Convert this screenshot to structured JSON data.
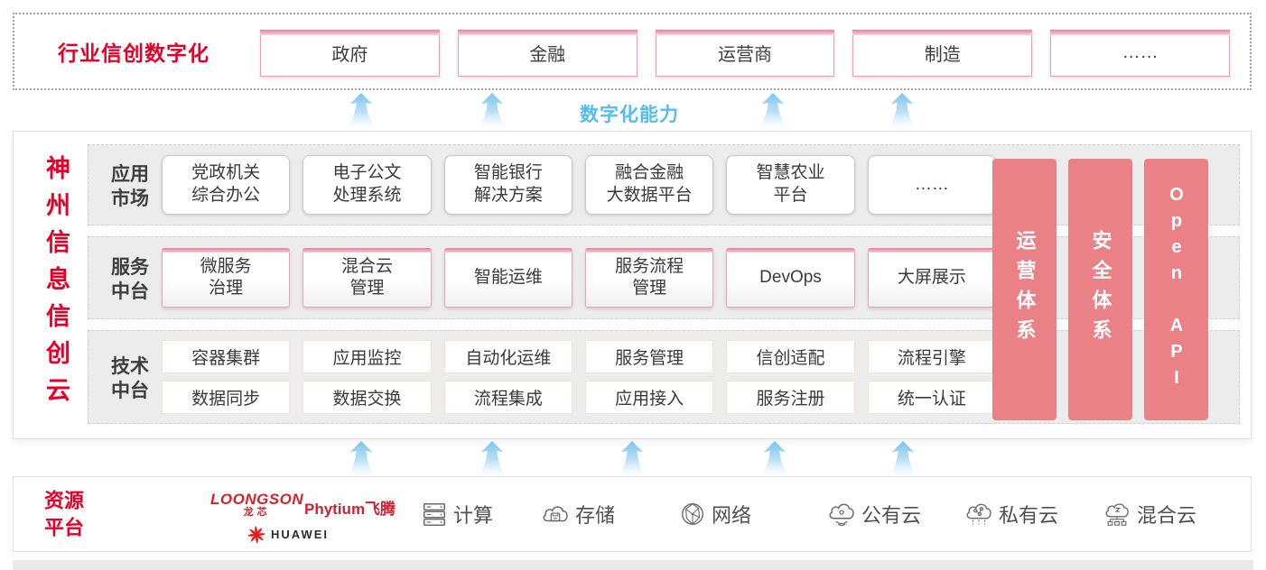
{
  "colors": {
    "accent_red": "#e60028",
    "pink_bar": "#ea8186",
    "pink_border": "#f0a2b8",
    "capability_blue": "#53bdf2",
    "band_gray": "#ececec"
  },
  "banner": {
    "label": "行业信创数字化",
    "items": [
      "政府",
      "金融",
      "运营商",
      "制造",
      "……"
    ]
  },
  "capability_label": "数字化能力",
  "platform": {
    "vertical_title": "神州信息信创云",
    "app_row": {
      "label": "应用\n市场",
      "items": [
        "党政机关\n综合办公",
        "电子公文\n处理系统",
        "智能银行\n解决方案",
        "融合金融\n大数据平台",
        "智慧农业\n平台",
        "……"
      ]
    },
    "svc_row": {
      "label": "服务\n中台",
      "items": [
        "微服务\n治理",
        "混合云\n管理",
        "智能运维",
        "服务流程\n管理",
        "DevOps",
        "大屏展示"
      ]
    },
    "tech_row": {
      "label": "技术\n中台",
      "row1": [
        "容器集群",
        "应用监控",
        "自动化运维",
        "服务管理",
        "信创适配",
        "流程引擎"
      ],
      "row2": [
        "数据同步",
        "数据交换",
        "流程集成",
        "应用接入",
        "服务注册",
        "统一认证"
      ]
    },
    "side_bars": [
      "运营体系",
      "安全体系",
      "Open API"
    ]
  },
  "resource": {
    "label": "资源\n平台",
    "logos": {
      "loongson": "LOONGSON",
      "loongson_sub": "龙芯",
      "phytium": "Phytium飞腾",
      "huawei": "HUAWEI"
    },
    "items": [
      {
        "icon": "compute-server-icon",
        "label": "计算"
      },
      {
        "icon": "storage-cloud-icon",
        "label": "存储"
      },
      {
        "icon": "network-globe-icon",
        "label": "网络"
      },
      {
        "icon": "public-cloud-icon",
        "label": "公有云"
      },
      {
        "icon": "private-cloud-icon",
        "label": "私有云"
      },
      {
        "icon": "hybrid-cloud-icon",
        "label": "混合云"
      }
    ]
  }
}
